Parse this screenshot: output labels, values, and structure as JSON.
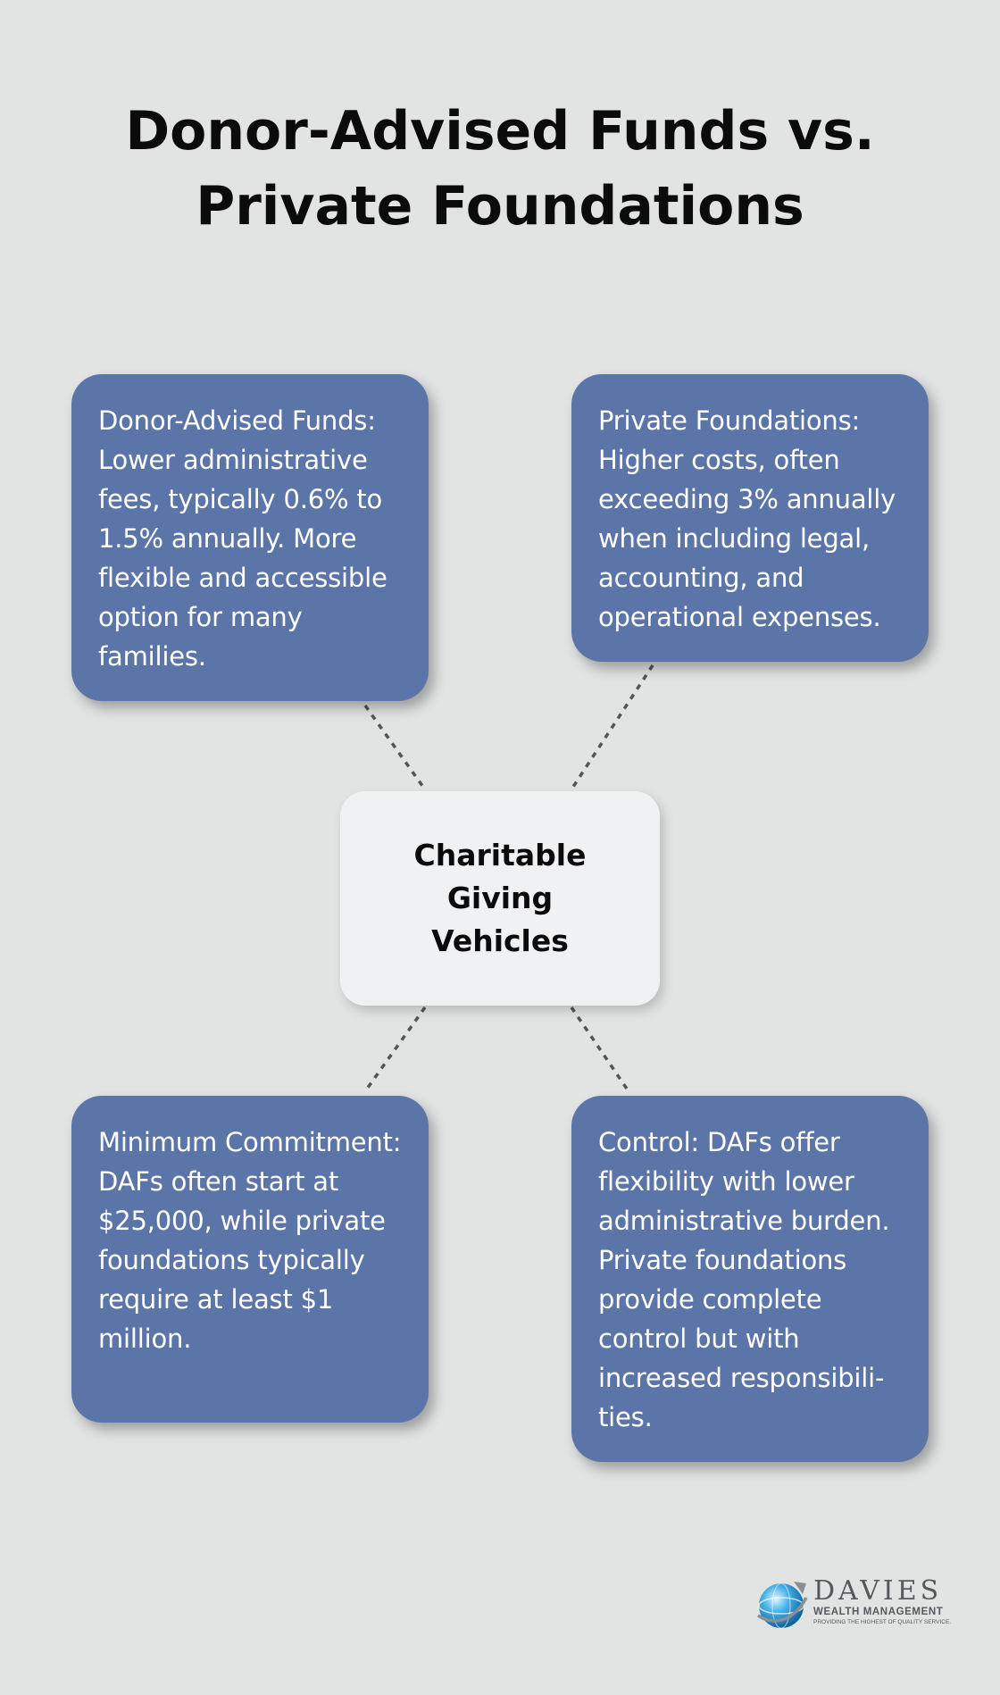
{
  "title": {
    "line1": "Donor-Advised Funds vs.",
    "line2": "Private Foundations"
  },
  "center": {
    "label": "Charitable Giving Vehicles"
  },
  "cards": {
    "top_left": "Donor-Advised Funds: Lower administrative fees, typically 0.6% to 1.5% annually. More flexible and accessible option for many families.",
    "top_right": "Private Foundations: Higher costs, often exceeding 3% annually when including legal, accounting, and operational expenses.",
    "bottom_left": "Minimum Commitment: DAFs often start at $25,000, while private foundations typically require at least $1 million.",
    "bottom_right": "Control: DAFs offer flexibility with lower administrative burden. Private foundations provide complete control but with increased responsibili-ties."
  },
  "logo": {
    "name": "DAVIES",
    "subtitle": "WEALTH MANAGEMENT",
    "tagline": "PROVIDING THE HIGHEST OF QUALITY SERVICE.",
    "icon": "globe-icon"
  },
  "colors": {
    "background": "#e2e4e4",
    "card": "#5c75a8",
    "center": "#f0f1f3",
    "connector": "#555555"
  }
}
